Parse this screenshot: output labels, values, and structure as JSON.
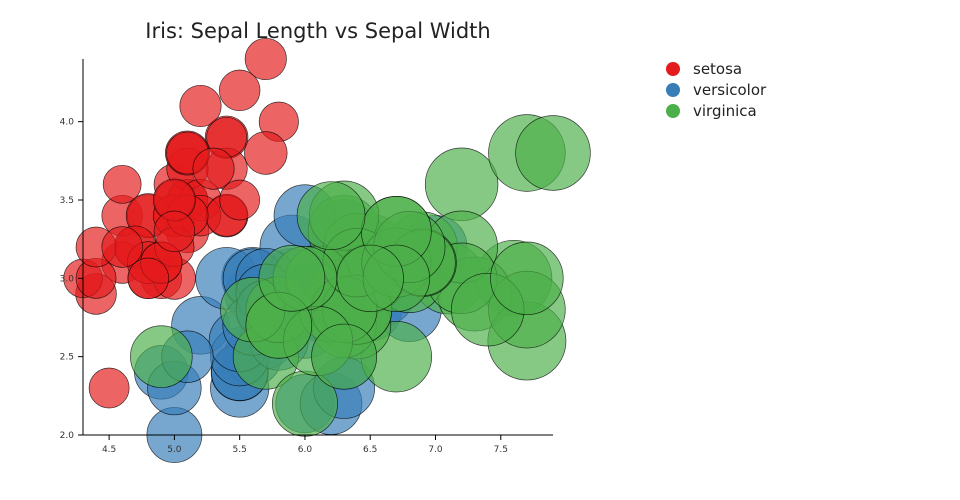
{
  "chart_data": {
    "type": "scatter",
    "title": "Iris: Sepal Length vs Sepal Width",
    "xlabel": "",
    "ylabel": "",
    "xlim": [
      4.3,
      7.9
    ],
    "ylim": [
      2.0,
      4.4
    ],
    "x_ticks": [
      "4.5",
      "5.0",
      "5.5",
      "6.0",
      "6.5",
      "7.0",
      "7.5"
    ],
    "y_ticks": [
      "2.0",
      "2.5",
      "3.0",
      "3.5",
      "4.0"
    ],
    "x_tick_values": [
      4.5,
      5.0,
      5.5,
      6.0,
      6.5,
      7.0,
      7.5
    ],
    "y_tick_values": [
      2.0,
      2.5,
      3.0,
      3.5,
      4.0
    ],
    "bubble_size_basis": "petal length",
    "grid": false,
    "legend_position": "top-right",
    "series": [
      {
        "name": "setosa",
        "color": "#e41a1c",
        "points": [
          [
            5.1,
            3.5,
            1.4
          ],
          [
            4.9,
            3.0,
            1.4
          ],
          [
            4.7,
            3.2,
            1.3
          ],
          [
            4.6,
            3.1,
            1.5
          ],
          [
            5.0,
            3.6,
            1.4
          ],
          [
            5.4,
            3.9,
            1.7
          ],
          [
            4.6,
            3.4,
            1.4
          ],
          [
            5.0,
            3.4,
            1.5
          ],
          [
            4.4,
            2.9,
            1.4
          ],
          [
            4.9,
            3.1,
            1.5
          ],
          [
            5.4,
            3.7,
            1.5
          ],
          [
            4.8,
            3.4,
            1.6
          ],
          [
            4.8,
            3.0,
            1.4
          ],
          [
            4.3,
            3.0,
            1.1
          ],
          [
            5.8,
            4.0,
            1.2
          ],
          [
            5.7,
            4.4,
            1.5
          ],
          [
            5.4,
            3.9,
            1.3
          ],
          [
            5.1,
            3.5,
            1.4
          ],
          [
            5.7,
            3.8,
            1.7
          ],
          [
            5.1,
            3.8,
            1.5
          ],
          [
            5.4,
            3.4,
            1.7
          ],
          [
            5.1,
            3.7,
            1.5
          ],
          [
            4.6,
            3.6,
            1.0
          ],
          [
            5.1,
            3.3,
            1.7
          ],
          [
            4.8,
            3.4,
            1.9
          ],
          [
            5.0,
            3.0,
            1.6
          ],
          [
            5.0,
            3.4,
            1.6
          ],
          [
            5.2,
            3.5,
            1.5
          ],
          [
            5.2,
            3.4,
            1.4
          ],
          [
            4.7,
            3.2,
            1.6
          ],
          [
            4.8,
            3.1,
            1.6
          ],
          [
            5.4,
            3.4,
            1.5
          ],
          [
            5.2,
            4.1,
            1.5
          ],
          [
            5.5,
            4.2,
            1.4
          ],
          [
            4.9,
            3.1,
            1.5
          ],
          [
            5.0,
            3.2,
            1.2
          ],
          [
            5.5,
            3.5,
            1.3
          ],
          [
            4.9,
            3.1,
            1.5
          ],
          [
            4.4,
            3.0,
            1.3
          ],
          [
            5.1,
            3.4,
            1.5
          ],
          [
            5.0,
            3.5,
            1.3
          ],
          [
            4.5,
            2.3,
            1.3
          ],
          [
            4.4,
            3.2,
            1.3
          ],
          [
            5.0,
            3.5,
            1.6
          ],
          [
            5.1,
            3.8,
            1.9
          ],
          [
            4.8,
            3.0,
            1.4
          ],
          [
            5.1,
            3.8,
            1.6
          ],
          [
            4.6,
            3.2,
            1.4
          ],
          [
            5.3,
            3.7,
            1.5
          ],
          [
            5.0,
            3.3,
            1.4
          ]
        ]
      },
      {
        "name": "versicolor",
        "color": "#377eb8",
        "points": [
          [
            7.0,
            3.2,
            4.7
          ],
          [
            6.4,
            3.2,
            4.5
          ],
          [
            6.9,
            3.1,
            4.9
          ],
          [
            5.5,
            2.3,
            4.0
          ],
          [
            6.5,
            2.8,
            4.6
          ],
          [
            5.7,
            2.8,
            4.5
          ],
          [
            6.3,
            3.3,
            4.7
          ],
          [
            4.9,
            2.4,
            3.3
          ],
          [
            6.6,
            2.9,
            4.6
          ],
          [
            5.2,
            2.7,
            3.9
          ],
          [
            5.0,
            2.0,
            3.5
          ],
          [
            5.9,
            3.0,
            4.2
          ],
          [
            6.0,
            2.2,
            4.0
          ],
          [
            6.1,
            2.9,
            4.7
          ],
          [
            5.6,
            2.9,
            3.6
          ],
          [
            6.7,
            3.1,
            4.4
          ],
          [
            5.6,
            3.0,
            4.5
          ],
          [
            5.8,
            2.7,
            4.1
          ],
          [
            6.2,
            2.2,
            4.5
          ],
          [
            5.6,
            2.5,
            3.9
          ],
          [
            5.9,
            3.2,
            4.8
          ],
          [
            6.1,
            2.8,
            4.0
          ],
          [
            6.3,
            2.5,
            4.9
          ],
          [
            6.1,
            2.8,
            4.7
          ],
          [
            6.4,
            2.9,
            4.3
          ],
          [
            6.6,
            3.0,
            4.4
          ],
          [
            6.8,
            2.8,
            4.8
          ],
          [
            6.7,
            3.0,
            5.0
          ],
          [
            6.0,
            2.9,
            4.5
          ],
          [
            5.7,
            2.6,
            3.5
          ],
          [
            5.5,
            2.4,
            3.8
          ],
          [
            5.5,
            2.4,
            3.7
          ],
          [
            5.8,
            2.7,
            3.9
          ],
          [
            6.0,
            2.7,
            5.1
          ],
          [
            5.4,
            3.0,
            4.5
          ],
          [
            6.0,
            3.4,
            4.5
          ],
          [
            6.7,
            3.1,
            4.7
          ],
          [
            6.3,
            2.3,
            4.4
          ],
          [
            5.6,
            3.0,
            4.1
          ],
          [
            5.5,
            2.5,
            4.0
          ],
          [
            5.5,
            2.6,
            4.4
          ],
          [
            6.1,
            3.0,
            4.6
          ],
          [
            5.8,
            2.6,
            4.0
          ],
          [
            5.0,
            2.3,
            3.3
          ],
          [
            5.6,
            2.7,
            4.2
          ],
          [
            5.7,
            3.0,
            4.2
          ],
          [
            5.7,
            2.9,
            4.2
          ],
          [
            6.2,
            2.9,
            4.3
          ],
          [
            5.1,
            2.5,
            3.0
          ],
          [
            5.7,
            2.8,
            4.1
          ]
        ]
      },
      {
        "name": "virginica",
        "color": "#4daf4a",
        "points": [
          [
            6.3,
            3.3,
            6.0
          ],
          [
            5.8,
            2.7,
            5.1
          ],
          [
            7.1,
            3.0,
            5.9
          ],
          [
            6.3,
            2.9,
            5.6
          ],
          [
            6.5,
            3.0,
            5.8
          ],
          [
            7.6,
            3.0,
            6.6
          ],
          [
            4.9,
            2.5,
            4.5
          ],
          [
            7.3,
            2.9,
            6.3
          ],
          [
            6.7,
            2.5,
            5.8
          ],
          [
            7.2,
            3.6,
            6.1
          ],
          [
            6.5,
            3.2,
            5.1
          ],
          [
            6.4,
            2.7,
            5.3
          ],
          [
            6.8,
            3.0,
            5.5
          ],
          [
            5.7,
            2.5,
            5.0
          ],
          [
            5.8,
            2.8,
            5.1
          ],
          [
            6.4,
            3.2,
            5.3
          ],
          [
            6.5,
            3.0,
            5.5
          ],
          [
            7.7,
            3.8,
            6.7
          ],
          [
            7.7,
            2.6,
            6.9
          ],
          [
            6.0,
            2.2,
            5.0
          ],
          [
            6.9,
            3.2,
            5.7
          ],
          [
            5.6,
            2.8,
            4.9
          ],
          [
            7.7,
            2.8,
            6.7
          ],
          [
            6.3,
            2.7,
            4.9
          ],
          [
            6.7,
            3.3,
            5.7
          ],
          [
            7.2,
            3.2,
            6.0
          ],
          [
            6.2,
            2.8,
            4.8
          ],
          [
            6.1,
            3.0,
            4.9
          ],
          [
            6.4,
            2.8,
            5.6
          ],
          [
            7.2,
            3.0,
            5.8
          ],
          [
            7.4,
            2.8,
            6.1
          ],
          [
            7.9,
            3.8,
            6.4
          ],
          [
            6.4,
            2.8,
            5.6
          ],
          [
            6.3,
            2.8,
            5.1
          ],
          [
            6.1,
            2.6,
            5.6
          ],
          [
            7.7,
            3.0,
            6.1
          ],
          [
            6.3,
            3.4,
            5.6
          ],
          [
            6.4,
            3.1,
            5.5
          ],
          [
            6.0,
            3.0,
            4.8
          ],
          [
            6.9,
            3.1,
            5.4
          ],
          [
            6.7,
            3.1,
            5.6
          ],
          [
            6.9,
            3.1,
            5.1
          ],
          [
            5.8,
            2.7,
            5.1
          ],
          [
            6.8,
            3.2,
            5.9
          ],
          [
            6.7,
            3.3,
            5.7
          ],
          [
            6.7,
            3.0,
            5.2
          ],
          [
            6.3,
            2.5,
            5.0
          ],
          [
            6.5,
            3.0,
            5.2
          ],
          [
            6.2,
            3.4,
            5.4
          ],
          [
            5.9,
            3.0,
            5.1
          ]
        ]
      }
    ]
  }
}
